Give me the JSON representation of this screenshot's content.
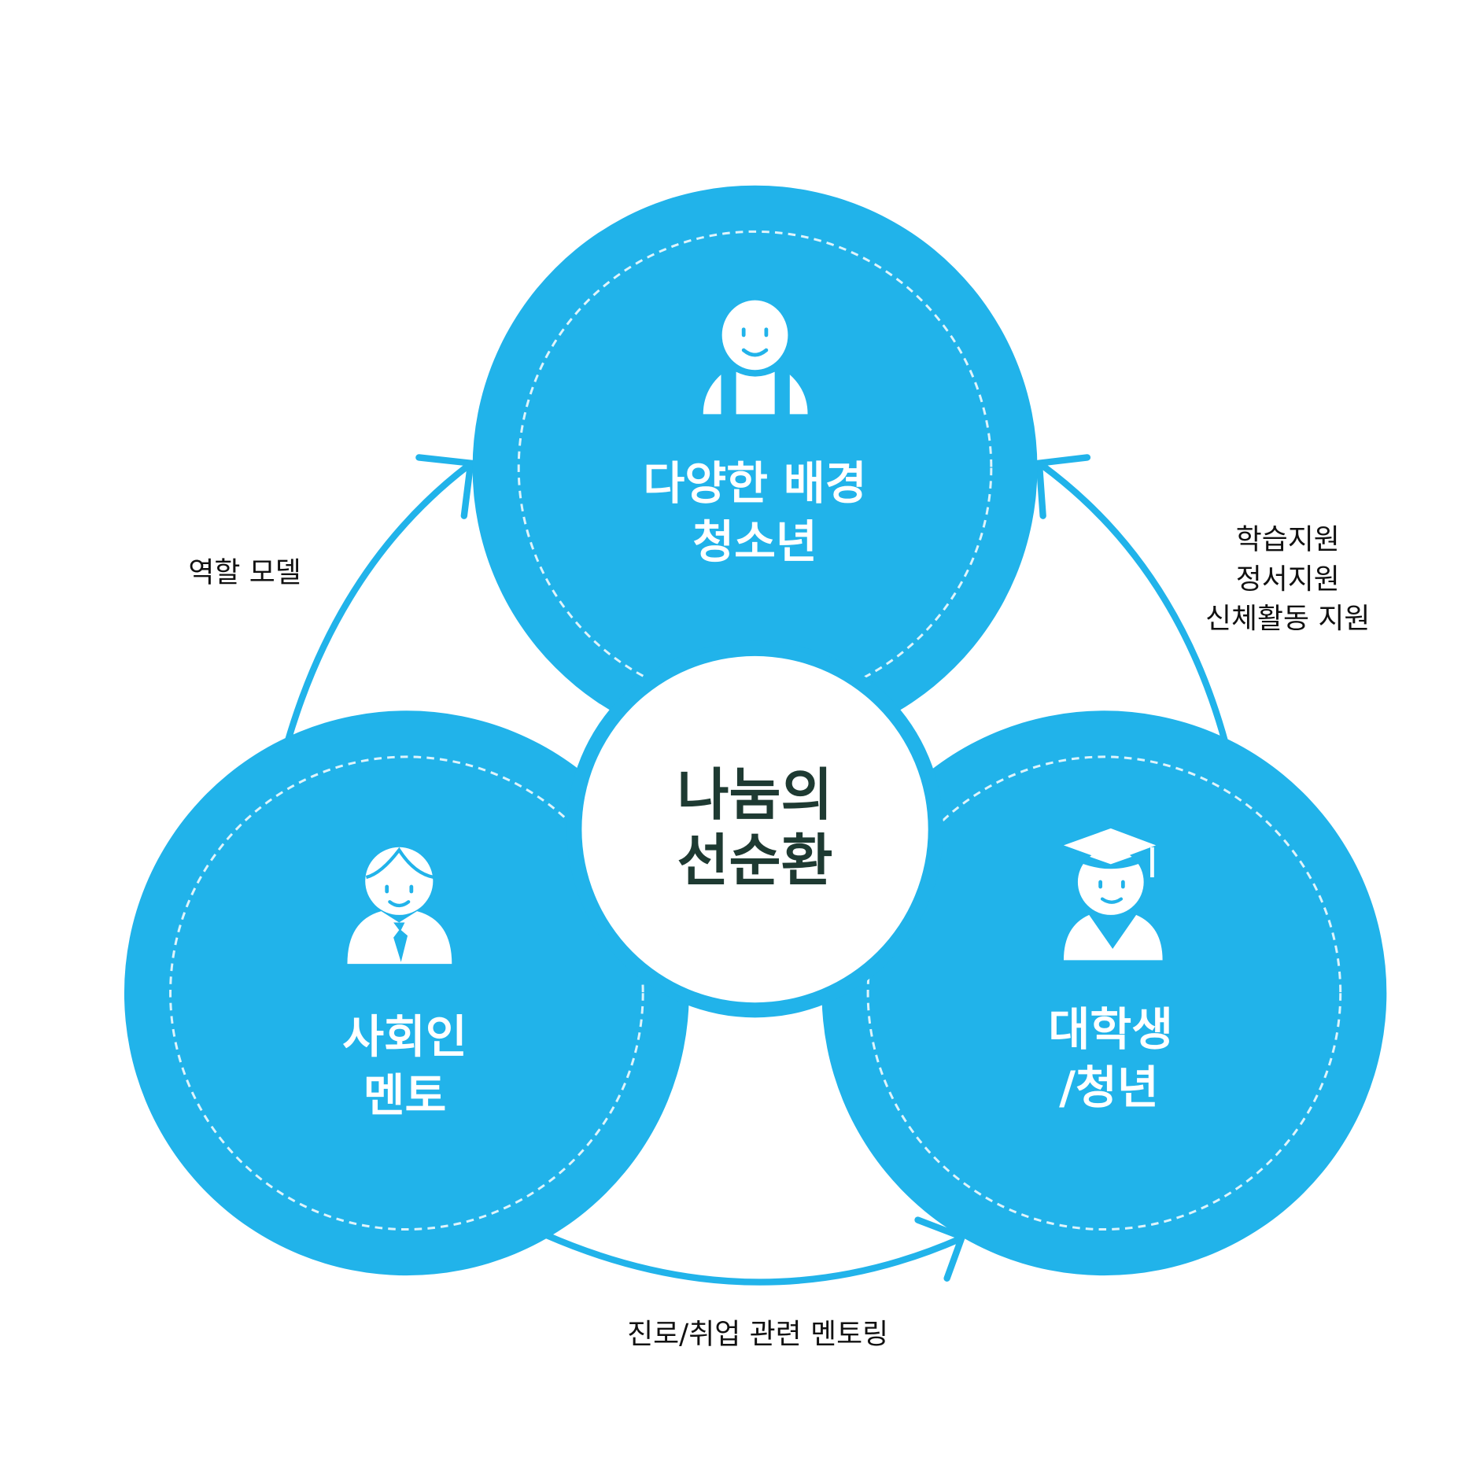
{
  "colors": {
    "primary": "#21b3ea",
    "center_text": "#1e3a32",
    "edge_text": "#111111"
  },
  "center": {
    "line1": "나눔의",
    "line2": "선순환"
  },
  "nodes": {
    "youth": {
      "line1": "다양한 배경",
      "line2": "청소년",
      "icon": "child-icon"
    },
    "mentor": {
      "line1": "사회인",
      "line2": "멘토",
      "icon": "businessman-icon"
    },
    "student": {
      "line1": "대학생",
      "line2": "/청년",
      "icon": "graduate-icon"
    }
  },
  "edges": {
    "mentor_to_youth": "역할 모델",
    "student_to_youth": [
      "학습지원",
      "정서지원",
      "신체활동 지원"
    ],
    "mentor_to_student": "진로/취업 관련 멘토링"
  }
}
